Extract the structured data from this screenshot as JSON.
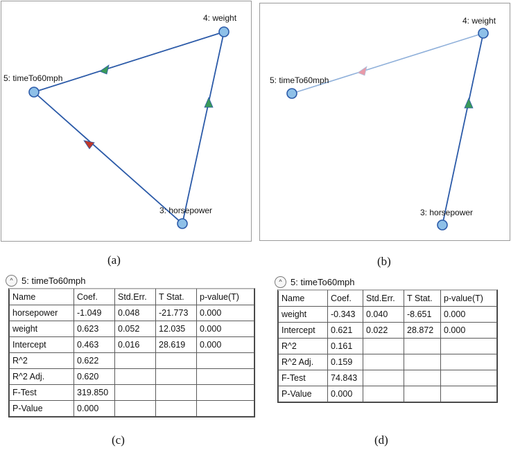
{
  "panel_a": {
    "caption": "(a)",
    "nodes": {
      "weight": "4: weight",
      "time": "5: timeTo60mph",
      "horsepower": "3: horsepower"
    },
    "edge_colors": {
      "edge_line": "#2b5aa8",
      "arrow_green": "#3a9a5a",
      "arrow_red": "#c0392b"
    }
  },
  "panel_b": {
    "caption": "(b)",
    "nodes": {
      "weight": "4: weight",
      "time": "5: timeTo60mph",
      "horsepower": "3: horsepower"
    },
    "edge_colors": {
      "edge_line_strong": "#2b5aa8",
      "edge_line_light": "#8fb0da",
      "arrow_green": "#3a9a5a",
      "arrow_pink": "#e89aa8"
    }
  },
  "node_fill": "#8ec0e8",
  "node_stroke": "#2b5aa8",
  "table_c": {
    "caption": "(c)",
    "title": "5: timeTo60mph",
    "collapse_glyph": "^",
    "headers": [
      "Name",
      "Coef.",
      "Std.Err.",
      "T Stat.",
      "p-value(T)"
    ],
    "rows": [
      [
        "horsepower",
        "-1.049",
        "0.048",
        "-21.773",
        "0.000"
      ],
      [
        "weight",
        "0.623",
        "0.052",
        "12.035",
        "0.000"
      ],
      [
        "Intercept",
        "0.463",
        "0.016",
        "28.619",
        "0.000"
      ],
      [
        "R^2",
        "0.622",
        "",
        "",
        ""
      ],
      [
        "R^2 Adj.",
        "0.620",
        "",
        "",
        ""
      ],
      [
        "F-Test",
        "319.850",
        "",
        "",
        ""
      ],
      [
        "P-Value",
        "0.000",
        "",
        "",
        ""
      ]
    ]
  },
  "table_d": {
    "caption": "(d)",
    "title": "5: timeTo60mph",
    "collapse_glyph": "^",
    "headers": [
      "Name",
      "Coef.",
      "Std.Err.",
      "T Stat.",
      "p-value(T)"
    ],
    "rows": [
      [
        "weight",
        "-0.343",
        "0.040",
        "-8.651",
        "0.000"
      ],
      [
        "Intercept",
        "0.621",
        "0.022",
        "28.872",
        "0.000"
      ],
      [
        "R^2",
        "0.161",
        "",
        "",
        ""
      ],
      [
        "R^2 Adj.",
        "0.159",
        "",
        "",
        ""
      ],
      [
        "F-Test",
        "74.843",
        "",
        "",
        ""
      ],
      [
        "P-Value",
        "0.000",
        "",
        "",
        ""
      ]
    ]
  }
}
